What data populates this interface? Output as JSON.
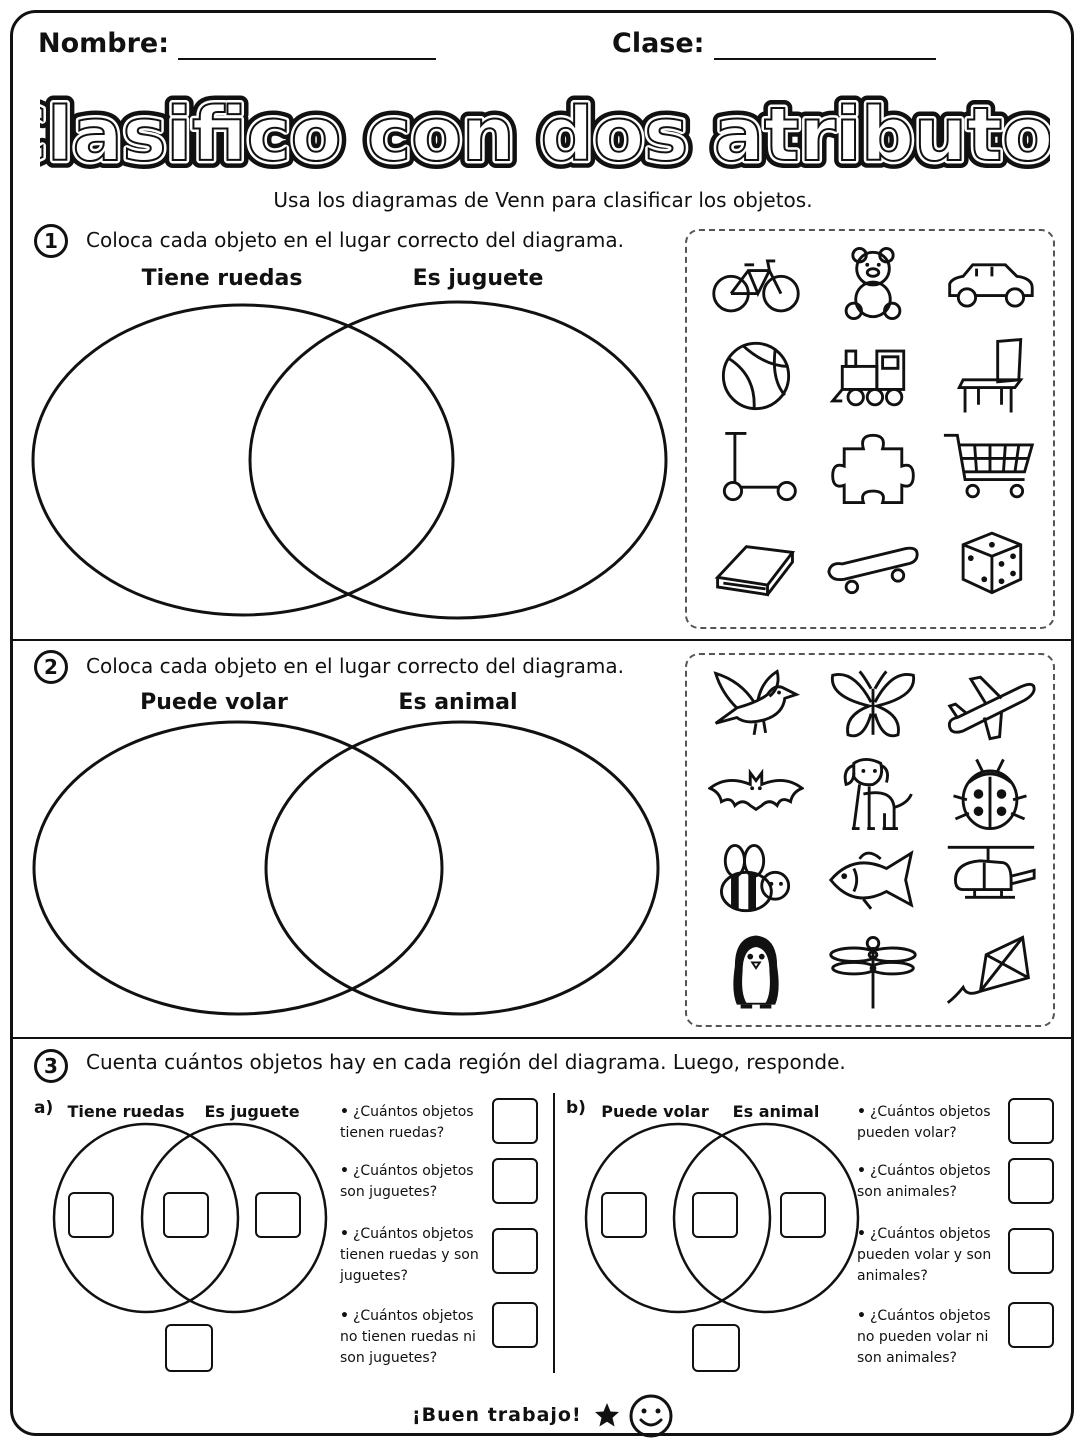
{
  "header": {
    "name_label": "Nombre:",
    "class_label": "Clase:"
  },
  "title": "Clasifico con dos atributos",
  "subtitle": "Usa los diagramas de Venn para clasificar los objetos.",
  "section1": {
    "number": "1",
    "instruction": "Coloca cada objeto en el lugar correcto del diagrama.",
    "left_set": "Tiene ruedas",
    "right_set": "Es juguete",
    "objects": [
      "bicycle-icon",
      "teddy-bear-icon",
      "car-icon",
      "ball-icon",
      "train-icon",
      "chair-icon",
      "scooter-icon",
      "puzzle-piece-icon",
      "shopping-cart-icon",
      "book-icon",
      "skateboard-icon",
      "dice-icon"
    ]
  },
  "section2": {
    "number": "2",
    "instruction": "Coloca cada objeto en el lugar correcto del diagrama.",
    "left_set": "Puede volar",
    "right_set": "Es animal",
    "objects": [
      "bird-icon",
      "butterfly-icon",
      "airplane-icon",
      "bat-icon",
      "dog-icon",
      "ladybug-icon",
      "bee-icon",
      "fish-icon",
      "helicopter-icon",
      "penguin-icon",
      "dragonfly-icon",
      "kite-icon"
    ]
  },
  "section3": {
    "number": "3",
    "instruction": "Cuenta cuántos objetos hay en cada región del diagrama. Luego, responde.",
    "a": {
      "label": "a)",
      "left_set": "Tiene ruedas",
      "right_set": "Es juguete",
      "questions": [
        "¿Cuántos objetos tienen ruedas?",
        "¿Cuántos objetos son juguetes?",
        "¿Cuántos objetos tienen ruedas y son juguetes?",
        "¿Cuántos objetos no tienen ruedas ni son juguetes?"
      ]
    },
    "b": {
      "label": "b)",
      "left_set": "Puede volar",
      "right_set": "Es animal",
      "questions": [
        "¿Cuántos objetos pueden volar?",
        "¿Cuántos objetos son animales?",
        "¿Cuántos objetos pueden volar y son animales?",
        "¿Cuántos objetos no pueden volar ni son animales?"
      ]
    }
  },
  "footer": {
    "text": "¡Buen trabajo!"
  }
}
